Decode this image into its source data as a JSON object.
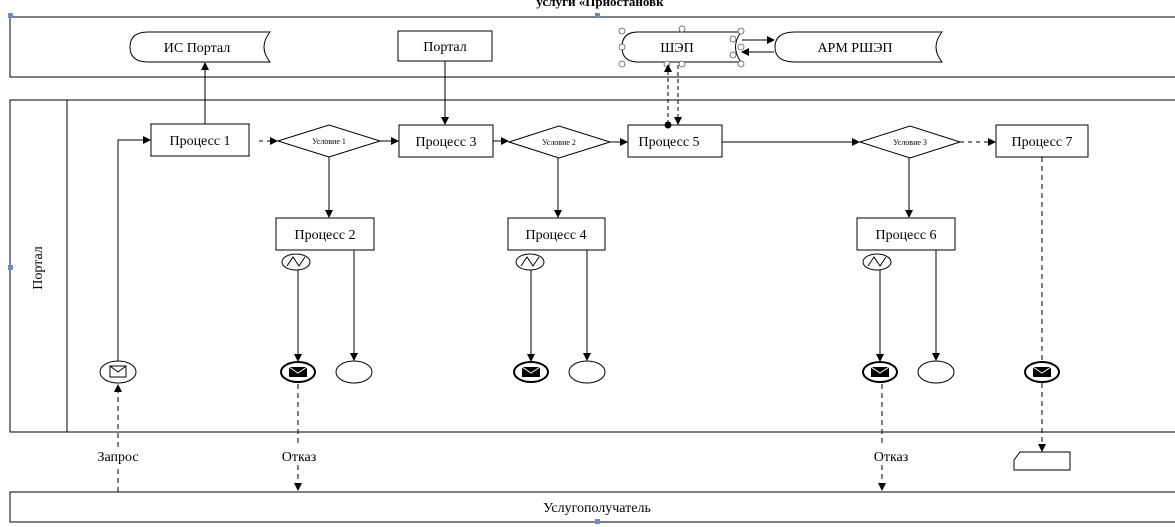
{
  "header": {
    "title_fragment": "услуги «Приостановк"
  },
  "top_lane": {
    "is_portal": "ИС Портал",
    "portal": "Портал",
    "shep": "ШЭП",
    "arm_rshep": "АРМ РШЭП"
  },
  "portal_lane": {
    "label": "Портал",
    "process_1": "Процесс 1",
    "process_2": "Процесс 2",
    "process_3": "Процесс 3",
    "process_4": "Процесс 4",
    "process_5": "Процесс 5",
    "process_6": "Процесс 6",
    "process_7": "Процесс 7",
    "condition_1": "Условие 1",
    "condition_2": "Условие 2",
    "condition_3": "Условие 3"
  },
  "flows": {
    "request": "Запрос",
    "refusal_1": "Отказ",
    "refusal_2": "Отказ"
  },
  "bottom_lane": {
    "label": "Услугополучатель"
  },
  "colors": {
    "line": "#000000",
    "lane_border": "#000000",
    "handle": "#6b8cc7"
  }
}
